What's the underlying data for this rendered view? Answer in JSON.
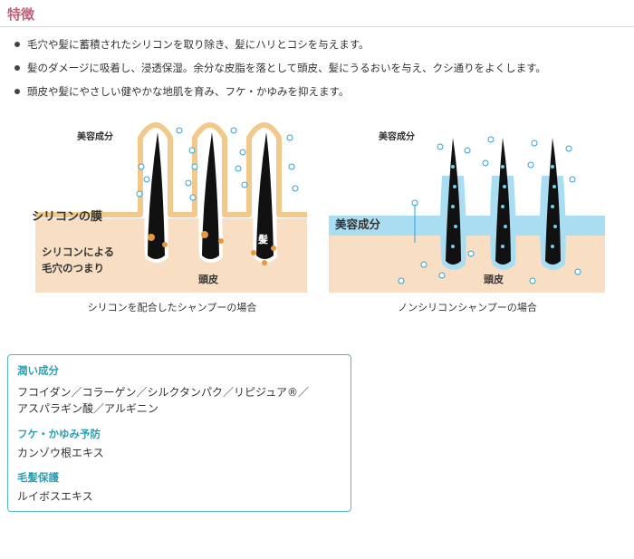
{
  "header": {
    "title": "特徴"
  },
  "bullets": [
    "毛穴や髪に蓄積されたシリコンを取り除き、髪にハリとコシを与えます。",
    "髪のダメージに吸着し、浸透保湿。余分な皮脂を落として頭皮、髪にうるおいを与え、クシ通りをよくします。",
    "頭皮や髪にやさしい健やかな地肌を育み、フケ・かゆみを抑えます。"
  ],
  "figure_left": {
    "label_ingredient": "美容成分",
    "label_film": "シリコンの膜",
    "label_clog_1": "シリコンによる",
    "label_clog_2": "毛穴のつまり",
    "label_hair": "髪",
    "label_scalp": "頭皮",
    "caption": "シリコンを配合したシャンプーの場合"
  },
  "figure_right": {
    "label_ingredient_top": "美容成分",
    "label_ingredient_band": "美容成分",
    "label_scalp": "頭皮",
    "caption": "ノンシリコンシャンプーの場合"
  },
  "ingredients": {
    "sections": [
      {
        "heading": "潤い成分",
        "text_1": "フコイダン／コラーゲン／シルクタンパク／リピジュア®／",
        "text_2": "アスパラギン酸／アルギニン"
      },
      {
        "heading": "フケ・かゆみ予防",
        "text_1": "カンゾウ根エキス"
      },
      {
        "heading": "毛髪保護",
        "text_1": "ルイボスエキス"
      }
    ]
  },
  "colors": {
    "title": "#c4607a",
    "accent": "#2b9fb3",
    "skin": "#f8dfc4",
    "film": "#f2c98a",
    "band": "#a9ddf2",
    "dot": "#2ea3d6"
  }
}
